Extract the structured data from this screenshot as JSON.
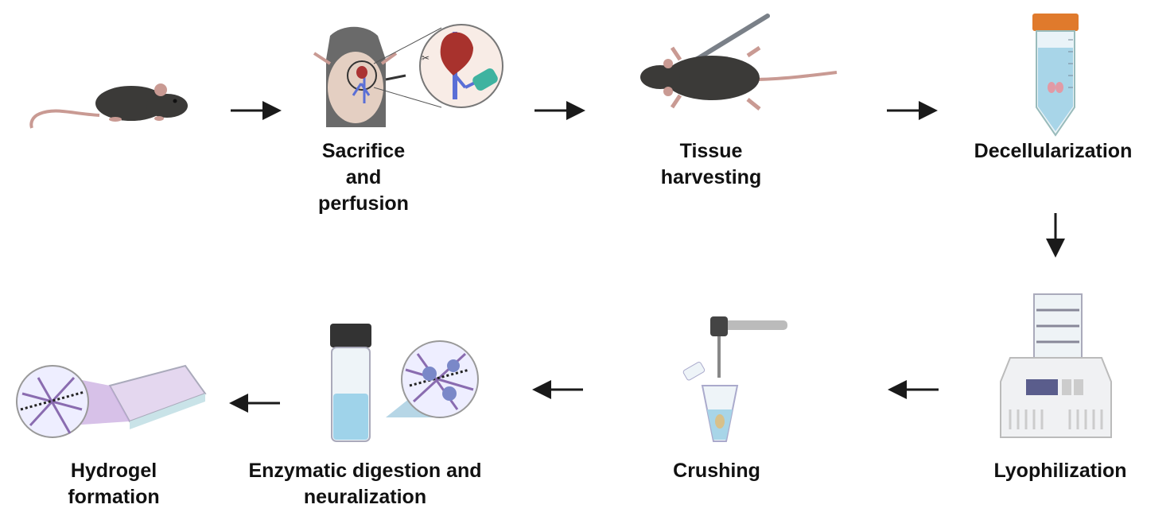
{
  "steps": {
    "sacrifice": "Sacrifice\nand\nperfusion",
    "harvest": "Tissue\nharvesting",
    "decell": "Decellularization",
    "lyo": "Lyophilization",
    "crush": "Crushing",
    "enzyme": "Enzymatic digestion and\nneuralization",
    "hydrogel": "Hydrogel\nformation"
  },
  "colors": {
    "mouse": "#3b3a38",
    "tail": "#c99a93",
    "arrow": "#1a1a1a",
    "liquid": "#9fd3ea",
    "cap": "#e07a2c",
    "vessel": "#5a6fd6"
  }
}
